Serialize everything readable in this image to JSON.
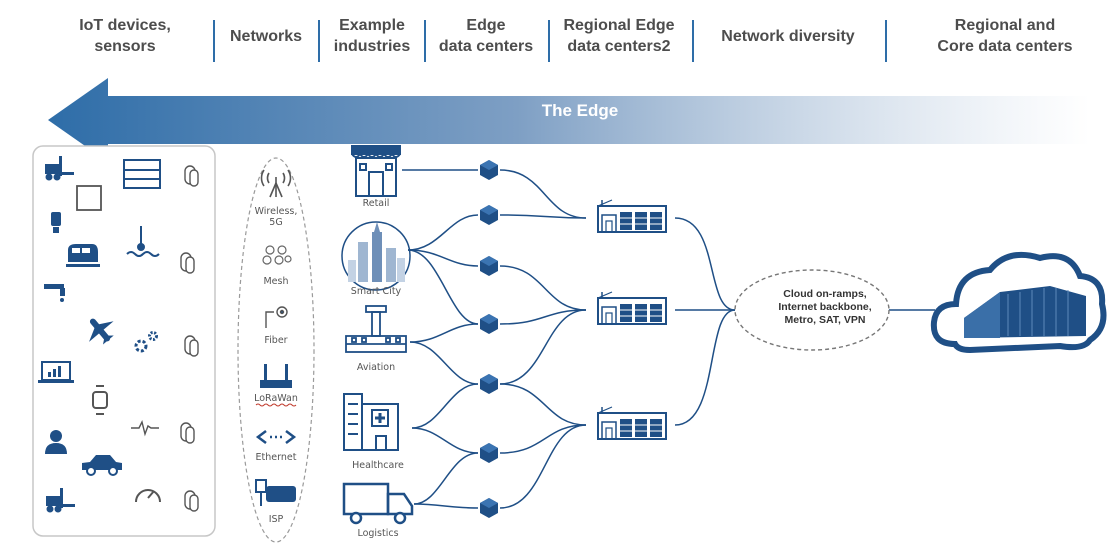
{
  "header": {
    "columns": [
      {
        "label": "IoT devices,\nsensors"
      },
      {
        "label": "Networks"
      },
      {
        "label": "Example\nindustries"
      },
      {
        "label": "Edge\ndata centers"
      },
      {
        "label": "Regional Edge\ndata centers2"
      },
      {
        "label": "Network diversity"
      },
      {
        "label": "Regional and\nCore data centers"
      }
    ]
  },
  "banner": {
    "label": "The Edge"
  },
  "networks": [
    {
      "label": "Wireless,\n5G",
      "icon": "antenna-icon"
    },
    {
      "label": "Mesh",
      "icon": "mesh-icon"
    },
    {
      "label": "Fiber",
      "icon": "fiber-icon"
    },
    {
      "label": "LoRaWan",
      "icon": "router-icon"
    },
    {
      "label": "Ethernet",
      "icon": "ethernet-icon"
    },
    {
      "label": "ISP",
      "icon": "isp-icon"
    }
  ],
  "industries": [
    {
      "label": "Retail",
      "icon": "store-icon"
    },
    {
      "label": "Smart City",
      "icon": "city-icon"
    },
    {
      "label": "Aviation",
      "icon": "airport-icon"
    },
    {
      "label": "Healthcare",
      "icon": "hospital-icon"
    },
    {
      "label": "Logistics",
      "icon": "truck-icon"
    }
  ],
  "network_diversity": {
    "label": "Cloud on-ramps,\nInternet backbone,\nMetro, SAT, VPN"
  },
  "colors": {
    "accent": "#2e6da8",
    "dark_blue": "#1f4f86",
    "arrow_fade": "#d9d9d9",
    "panel_border": "#c7c7c7"
  }
}
